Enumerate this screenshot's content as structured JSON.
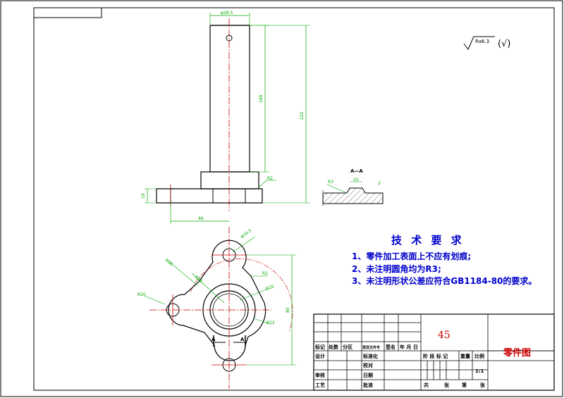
{
  "roughness": {
    "symbol": "Ra6.3",
    "suffix": "(√)"
  },
  "dimensions": {
    "shaft_diameter": "φ28.5",
    "shaft_length": "189",
    "total_height": "222",
    "flange_thickness": "19",
    "fillet": "R2",
    "offset": "46",
    "hole_diameter": "φ16.5",
    "r_left": "R30",
    "r_arc": "R56",
    "r_small": "R2",
    "r_bolt": "R20",
    "center_dist": "80",
    "r22": "R22",
    "section_r3": "R3",
    "section_10": "10",
    "section_2": "2"
  },
  "section_label": "A—A",
  "cut_labels": [
    "A",
    "A"
  ],
  "notes": {
    "title": "技 术 要 求",
    "items": [
      "1、零件加工表面上不应有划痕;",
      "2、未注明圆角均为R3;",
      "3、未注明形状公差应符合GB1184-80的要求。"
    ]
  },
  "title_block": {
    "material": "45",
    "drawing_name": "零件图",
    "scale": "1:1",
    "row_labels_left": [
      "标记",
      "处数",
      "分区",
      "更改文件号",
      "签名",
      "年 月 日"
    ],
    "row_labels_mid": [
      "设计",
      "标准化",
      "审核",
      "工艺",
      "校对",
      "批准",
      "日期"
    ],
    "stage_labels": [
      "阶 段 标 记",
      "重量",
      "比例"
    ],
    "sheet_labels": [
      "共",
      "张",
      "第",
      "张"
    ]
  }
}
